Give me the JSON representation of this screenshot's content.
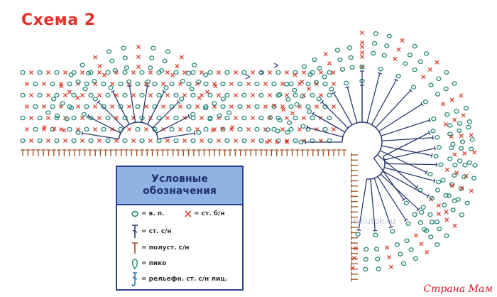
{
  "title": "Схема 2",
  "legend": {
    "title": "Условные\nобозначения",
    "items": [
      {
        "symbol": "chain-icon",
        "label": "= в. п."
      },
      {
        "symbol": "sc-cross-icon",
        "label": "= ст. б/н"
      },
      {
        "symbol": "dc-icon",
        "label": "= ст. с/н"
      },
      {
        "symbol": "hdc-icon",
        "label": "= полуст. с/н"
      },
      {
        "symbol": "picot-icon",
        "label": "= пико"
      },
      {
        "symbol": "fpdc-icon",
        "label": "= рельефн. ст. с/н лиц."
      }
    ]
  },
  "watermarks": {
    "mid": "kulutok.ru",
    "site": "Страна Мам"
  },
  "colors": {
    "title": "#e4322b",
    "legend_header": "#8fb4e3",
    "legend_border": "#2b3f8f",
    "chain": "#2a8a7a",
    "sc": "#d8402e",
    "stitch": "#2b3a6e",
    "hdc": "#a34a1c"
  }
}
